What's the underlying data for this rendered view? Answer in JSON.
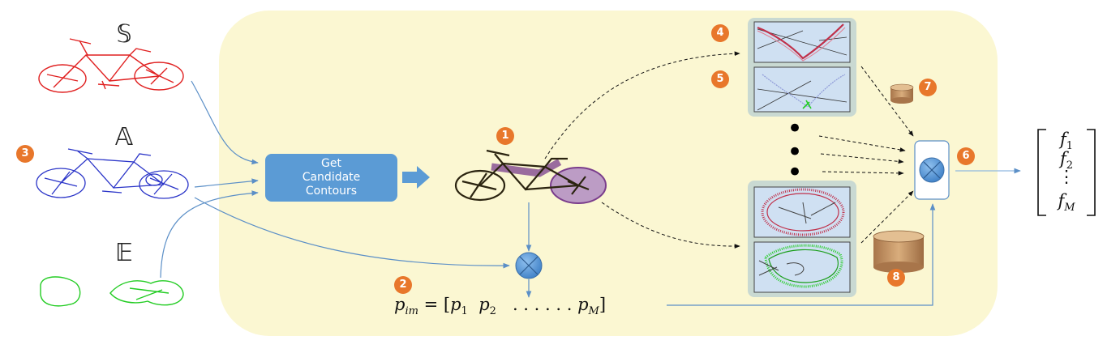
{
  "colors": {
    "panel": "#fbf7d2",
    "box": "#5b9bd5",
    "badge": "#e8772b",
    "card": "#c9d9d2",
    "thumb": "#cfe0f2",
    "arrow_blue": "#5b8fc7",
    "sketch_S": "#e02020",
    "sketch_A": "#2a34c8",
    "sketch_E": "#22cc22",
    "contour": "#2b2410",
    "contour_hl": "#7a3d8c",
    "cork": "#c89a6a"
  },
  "icons": [
    "dashed-arrow",
    "solid-arrow",
    "block-arrow",
    "multiply-node-icon",
    "cork-cylinder-icon",
    "bicycle-sketch"
  ],
  "inputs": [
    {
      "letter": "𝕊"
    },
    {
      "letter": "𝔸"
    },
    {
      "letter": "𝔼"
    }
  ],
  "process": {
    "line1": "Get",
    "line2": "Candidate",
    "line3": "Contours"
  },
  "badges": [
    "1",
    "2",
    "3",
    "4",
    "5",
    "6",
    "7",
    "8"
  ],
  "ellipsis": [
    "•",
    "•",
    "•"
  ],
  "formula": {
    "lhs": "p",
    "lhs_sub": "im",
    "eq": " = [",
    "p1": "p",
    "p1_sub": "1",
    "p2": "p",
    "p2_sub": "2",
    "dots": ". . . . . .",
    "pm": "p",
    "pm_sub": "M",
    "close": "]"
  },
  "feature_vector": {
    "f1": "f",
    "f1_sub": "1",
    "f2": "f",
    "f2_sub": "2",
    "vdots": "⋮",
    "fm": "f",
    "fm_sub": "M"
  }
}
